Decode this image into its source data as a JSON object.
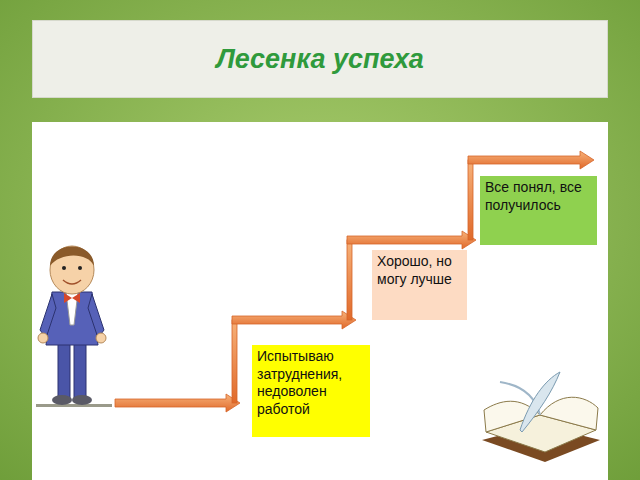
{
  "diagram": {
    "title": "Лесенка успеха",
    "nodes": [
      {
        "text": [
          "Испытываю затруднения, недоволен работой"
        ]
      },
      {
        "text": [
          "Хорошо, но могу лучше"
        ]
      },
      {
        "text": [
          "Все понял, все получилось"
        ]
      }
    ]
  }
}
